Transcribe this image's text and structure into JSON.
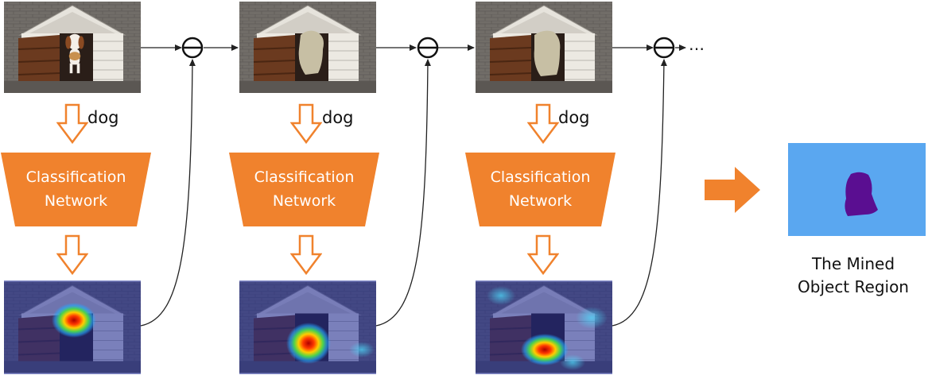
{
  "diagram": {
    "class_label": "dog",
    "network_line1": "Classification",
    "network_line2": "Network",
    "continuation": "…",
    "result_line1": "The Mined",
    "result_line2": "Object Region"
  },
  "colors": {
    "network_fill": "#F0822D",
    "arrow_fill": "#F0822D",
    "result_background": "#5AA7F0",
    "mined_region": "#5A0E91",
    "heatmap_background": "#1E2A9A"
  },
  "icons": {
    "subtract": "circle-minus-icon",
    "hollow_arrow": "hollow-down-arrow-icon",
    "big_arrow": "solid-right-arrow-icon"
  }
}
